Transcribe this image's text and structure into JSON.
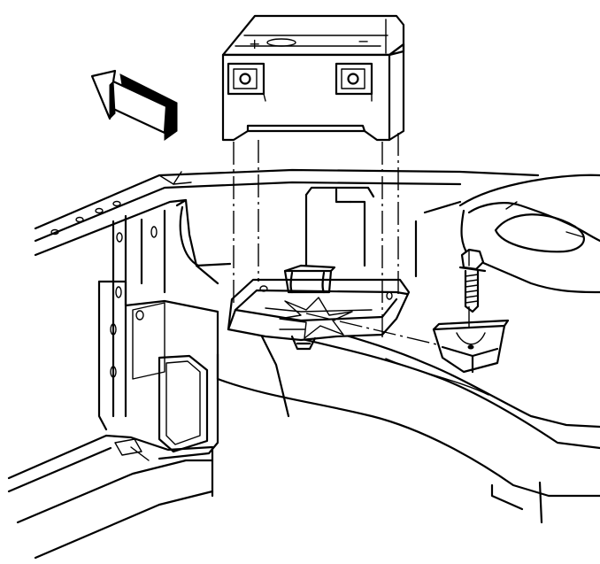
{
  "diagram": {
    "positive_terminal_symbol": "+",
    "negative_terminal_symbol": "−",
    "line_color": "#000000",
    "background_color": "#ffffff",
    "icons": [
      "direction-arrow-icon",
      "battery",
      "battery-tray",
      "bolt",
      "retainer-block",
      "fender-well",
      "front-frame-rail"
    ]
  }
}
